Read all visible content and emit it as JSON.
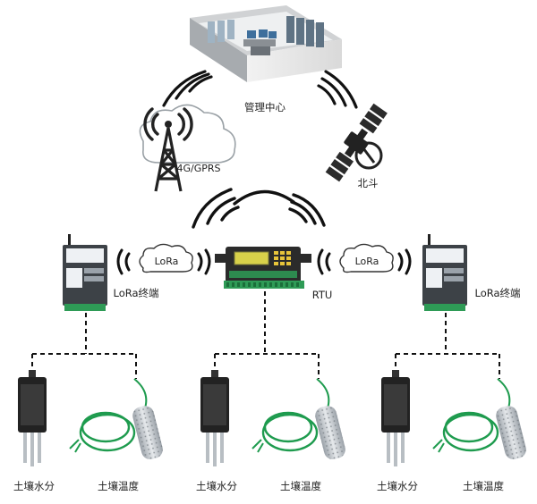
{
  "labels": {
    "control_center": "管理中心",
    "cellular": "4G/GPRS",
    "satellite": "北斗",
    "rtu": "RTU",
    "lora_left": "LoRa",
    "lora_right": "LoRa",
    "terminal_left": "LoRa终端",
    "terminal_right": "LoRa终端",
    "sensors": [
      {
        "moisture": "土壤水分",
        "temperature": "土壤温度"
      },
      {
        "moisture": "土壤水分",
        "temperature": "土壤温度"
      },
      {
        "moisture": "土壤水分",
        "temperature": "土壤温度"
      }
    ]
  },
  "colors": {
    "line": "#111111",
    "terminal_body": "#3d4247",
    "terminal_label": "#eef1f4",
    "rtu_body": "#2b2b2b",
    "rtu_screen": "#d8d14a",
    "rtu_keys": "#e8c53a",
    "rtu_terminals": "#2e9b56",
    "cable_green": "#1e9b4e",
    "sensor_black": "#222222"
  }
}
